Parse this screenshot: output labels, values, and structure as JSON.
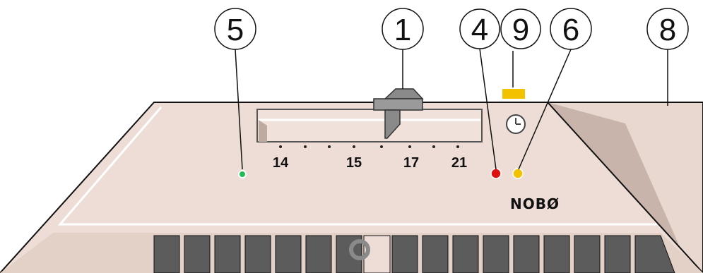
{
  "callouts": [
    {
      "id": "1",
      "label": "1"
    },
    {
      "id": "4",
      "label": "4"
    },
    {
      "id": "5",
      "label": "5"
    },
    {
      "id": "6",
      "label": "6"
    },
    {
      "id": "8",
      "label": "8"
    },
    {
      "id": "9",
      "label": "9"
    }
  ],
  "scale": {
    "labels": [
      "14",
      "15",
      "17",
      "21"
    ]
  },
  "brand": "NOBØ",
  "colors": {
    "panel": "#eeddd6",
    "panel_edge": "#111111",
    "side_panel": "#e8d8d0",
    "side_shadow": "#c8b4aa",
    "grille": "#5c5c5c",
    "led_green": "#22bb55",
    "led_red": "#dd1111",
    "led_yellow": "#f2c100",
    "timer_tab": "#f2c100",
    "knob": "#8a8a8a"
  },
  "icons": {
    "timer": "clock-icon",
    "thermostat_knob": "thermostat-slider-icon",
    "timer_slot": "timer-slot-icon"
  }
}
